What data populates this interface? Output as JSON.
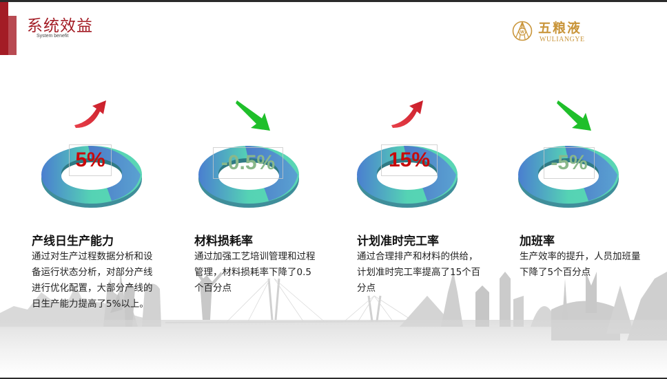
{
  "header": {
    "title": "系统效益",
    "subtitle": "System benefit"
  },
  "logo": {
    "cn_name": "五粮液",
    "en_name": "WULIANGYE",
    "emblem_letter": "W"
  },
  "colors": {
    "brand_red": "#a31c25",
    "logo_gold": "#c9953a",
    "up_value": "#c80a0a",
    "down_value": "#8ab88a",
    "up_arrow": "#e0303a",
    "down_arrow": "#1fbf2a",
    "ring_teal": "#52d6b0",
    "ring_blue": "#4a72cc"
  },
  "metrics": [
    {
      "value": "5%",
      "trend": "up",
      "trend_icon": "arrow-up-icon",
      "title": "产线日生产能力",
      "description": "通过对生产过程数据分析和设备运行状态分析，对部分产线进行优化配置，大部分产线的日生产能力提高了5%以上。"
    },
    {
      "value": "-0.5%",
      "trend": "down",
      "trend_icon": "arrow-down-icon",
      "title": "材料损耗率",
      "description": "通过加强工艺培训管理和过程管理，材料损耗率下降了0.5个百分点"
    },
    {
      "value": "15%",
      "trend": "up",
      "trend_icon": "arrow-up-icon",
      "title": "计划准时完工率",
      "description": "通过合理排产和材料的供给，计划准时完工率提高了15个百分点"
    },
    {
      "value": "-5%",
      "trend": "down",
      "trend_icon": "arrow-down-icon",
      "title": "加班率",
      "description": "生产效率的提升，人员加班量下降了5个百分点"
    }
  ]
}
